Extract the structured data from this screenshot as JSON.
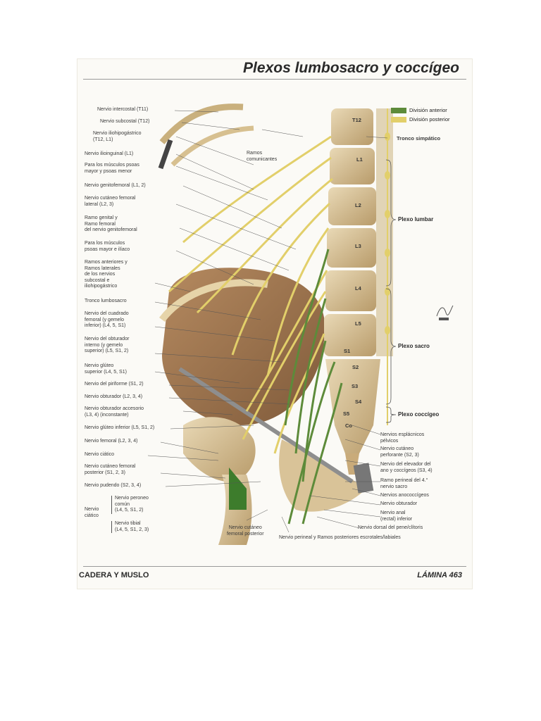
{
  "header": {
    "title": "Plexos lumbosacro y coccígeo"
  },
  "legend": {
    "anterior_label": "División anterior",
    "anterior_color": "#5d8b3a",
    "posterior_label": "División posterior",
    "posterior_color": "#e2cf6a"
  },
  "vertebrae": [
    "T12",
    "L1",
    "L2",
    "L3",
    "L4",
    "L5",
    "S1",
    "S2",
    "S3",
    "S4",
    "S5",
    "Co"
  ],
  "left_labels": [
    "Nervio intercostal (T11)",
    "Nervio subcostal (T12)",
    "Nervio iliohipogástrico\n(T12, L1)",
    "Nervio ilioinguinal (L1)",
    "Para los músculos psoas\nmayor y psoas menor",
    "Nervio genitofemoral (L1, 2)",
    "Nervio cutáneo femoral\nlateral (L2, 3)",
    "Ramo genital y\nRamo femoral\ndel nervio genitofemoral",
    "Para los músculos\npsoas mayor e ilíaco",
    "Ramos anteriores y\nRamos laterales\nde los nervios\nsubcostal e\niliohipogástrico",
    "Tronco lumbosacro",
    "Nervio del cuadrado\nfemoral (y gemelo\ninferior) (L4, 5, S1)",
    "Nervio del obturador\ninterno (y gemelo\nsuperior) (L5, S1, 2)",
    "Nervio glúteo\nsuperior (L4, 5, S1)",
    "Nervio del piriforme (S1, 2)",
    "Nervio obturador (L2, 3, 4)",
    "Nervio obturador accesorio\n(L3, 4) (inconstante)",
    "Nervio glúteo inferior (L5, S1, 2)",
    "Nervio femoral (L2, 3, 4)",
    "Nervio ciático",
    "Nervio cutáneo femoral\nposterior (S1, 2, 3)",
    "Nervio pudendo (S2, 3, 4)"
  ],
  "sciatic_group": {
    "title": "Nervio\nciático",
    "peroneal": "Nervio peroneo\ncomún\n(L4, 5, S1, 2)",
    "tibial": "Nervio tibial\n(L4, 5, S1, 2, 3)"
  },
  "top_labels": {
    "ramos": "Ramos\ncomunicantes"
  },
  "right_labels": [
    "Tronco simpático",
    "Nervios esplácnicos\npélvicos",
    "Nervio cutáneo\nperforante (S2, 3)",
    "Nervio del elevador del\nano y coccígeos (S3, 4)",
    "Ramo perineal del 4.°\nnervio sacro",
    "Nervios anococcígeos",
    "Nervio obturador",
    "Nervio anal\n(rectal) inferior",
    "Nervio dorsal del pene/clítoris"
  ],
  "brace_labels": {
    "lumbar": "Plexo lumbar",
    "sacral": "Plexo sacro",
    "coccygeal": "Plexo coccígeo"
  },
  "bottom_labels": {
    "posterior_femoral": "Nervio cutáneo\nfemoral posterior",
    "perineal": "Nervio perineal y Ramos posteriores escrotales/labiales"
  },
  "footer": {
    "left": "CADERA Y MUSLO",
    "right": "LÁMINA 463"
  }
}
